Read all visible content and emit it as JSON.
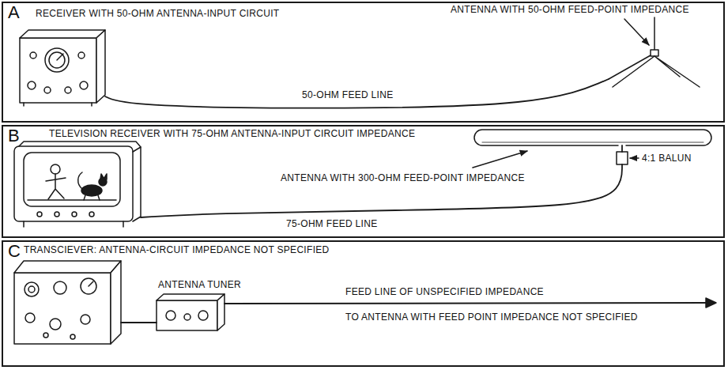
{
  "diagram": {
    "nodes": [
      {
        "text": [
          "A"
        ]
      },
      {
        "text": [
          "RECEIVER WITH 50-OHM ANTENNA-INPUT CIRCUIT"
        ],
        "in": 0
      },
      {
        "text": [
          "ANTENNA WITH 50-OHM FEED-POINT IMPEDANCE"
        ],
        "in": 0
      },
      {
        "text": [
          "B"
        ]
      },
      {
        "text": [
          "TELEVISION RECEIVER WITH 75-OHM ANTENNA-INPUT CIRCUIT IMPEDANCE"
        ],
        "in": 3
      },
      {
        "text": [
          "4:1 BALUN"
        ],
        "in": 3
      },
      {
        "text": [
          "ANTENNA WITH 300-OHM FEED-POINT IMPEDANCE"
        ],
        "in": 3
      },
      {
        "text": [
          "C"
        ]
      },
      {
        "text": [
          "TRANSCIEVER: ANTENNA-CIRCUIT IMPEDANCE NOT SPECIFIED"
        ],
        "in": 7
      },
      {
        "text": [
          "ANTENNA TUNER"
        ],
        "in": 7
      }
    ],
    "edges": [
      {
        "from": 1,
        "to": 2,
        "arrow": "none",
        "label": "50-OHM FEED LINE"
      },
      {
        "from": 4,
        "to": 5,
        "arrow": "none",
        "label": "75-OHM FEED LINE"
      },
      {
        "from": 5,
        "to": 6,
        "arrow": "none"
      },
      {
        "from": 8,
        "to": 9,
        "arrow": "none"
      }
    ],
    "labels": [
      "FEED LINE OF UNSPECIFIED IMPEDANCE",
      "TO ANTENNA WITH FEED POINT IMPEDANCE NOT SPECIFIED"
    ]
  }
}
